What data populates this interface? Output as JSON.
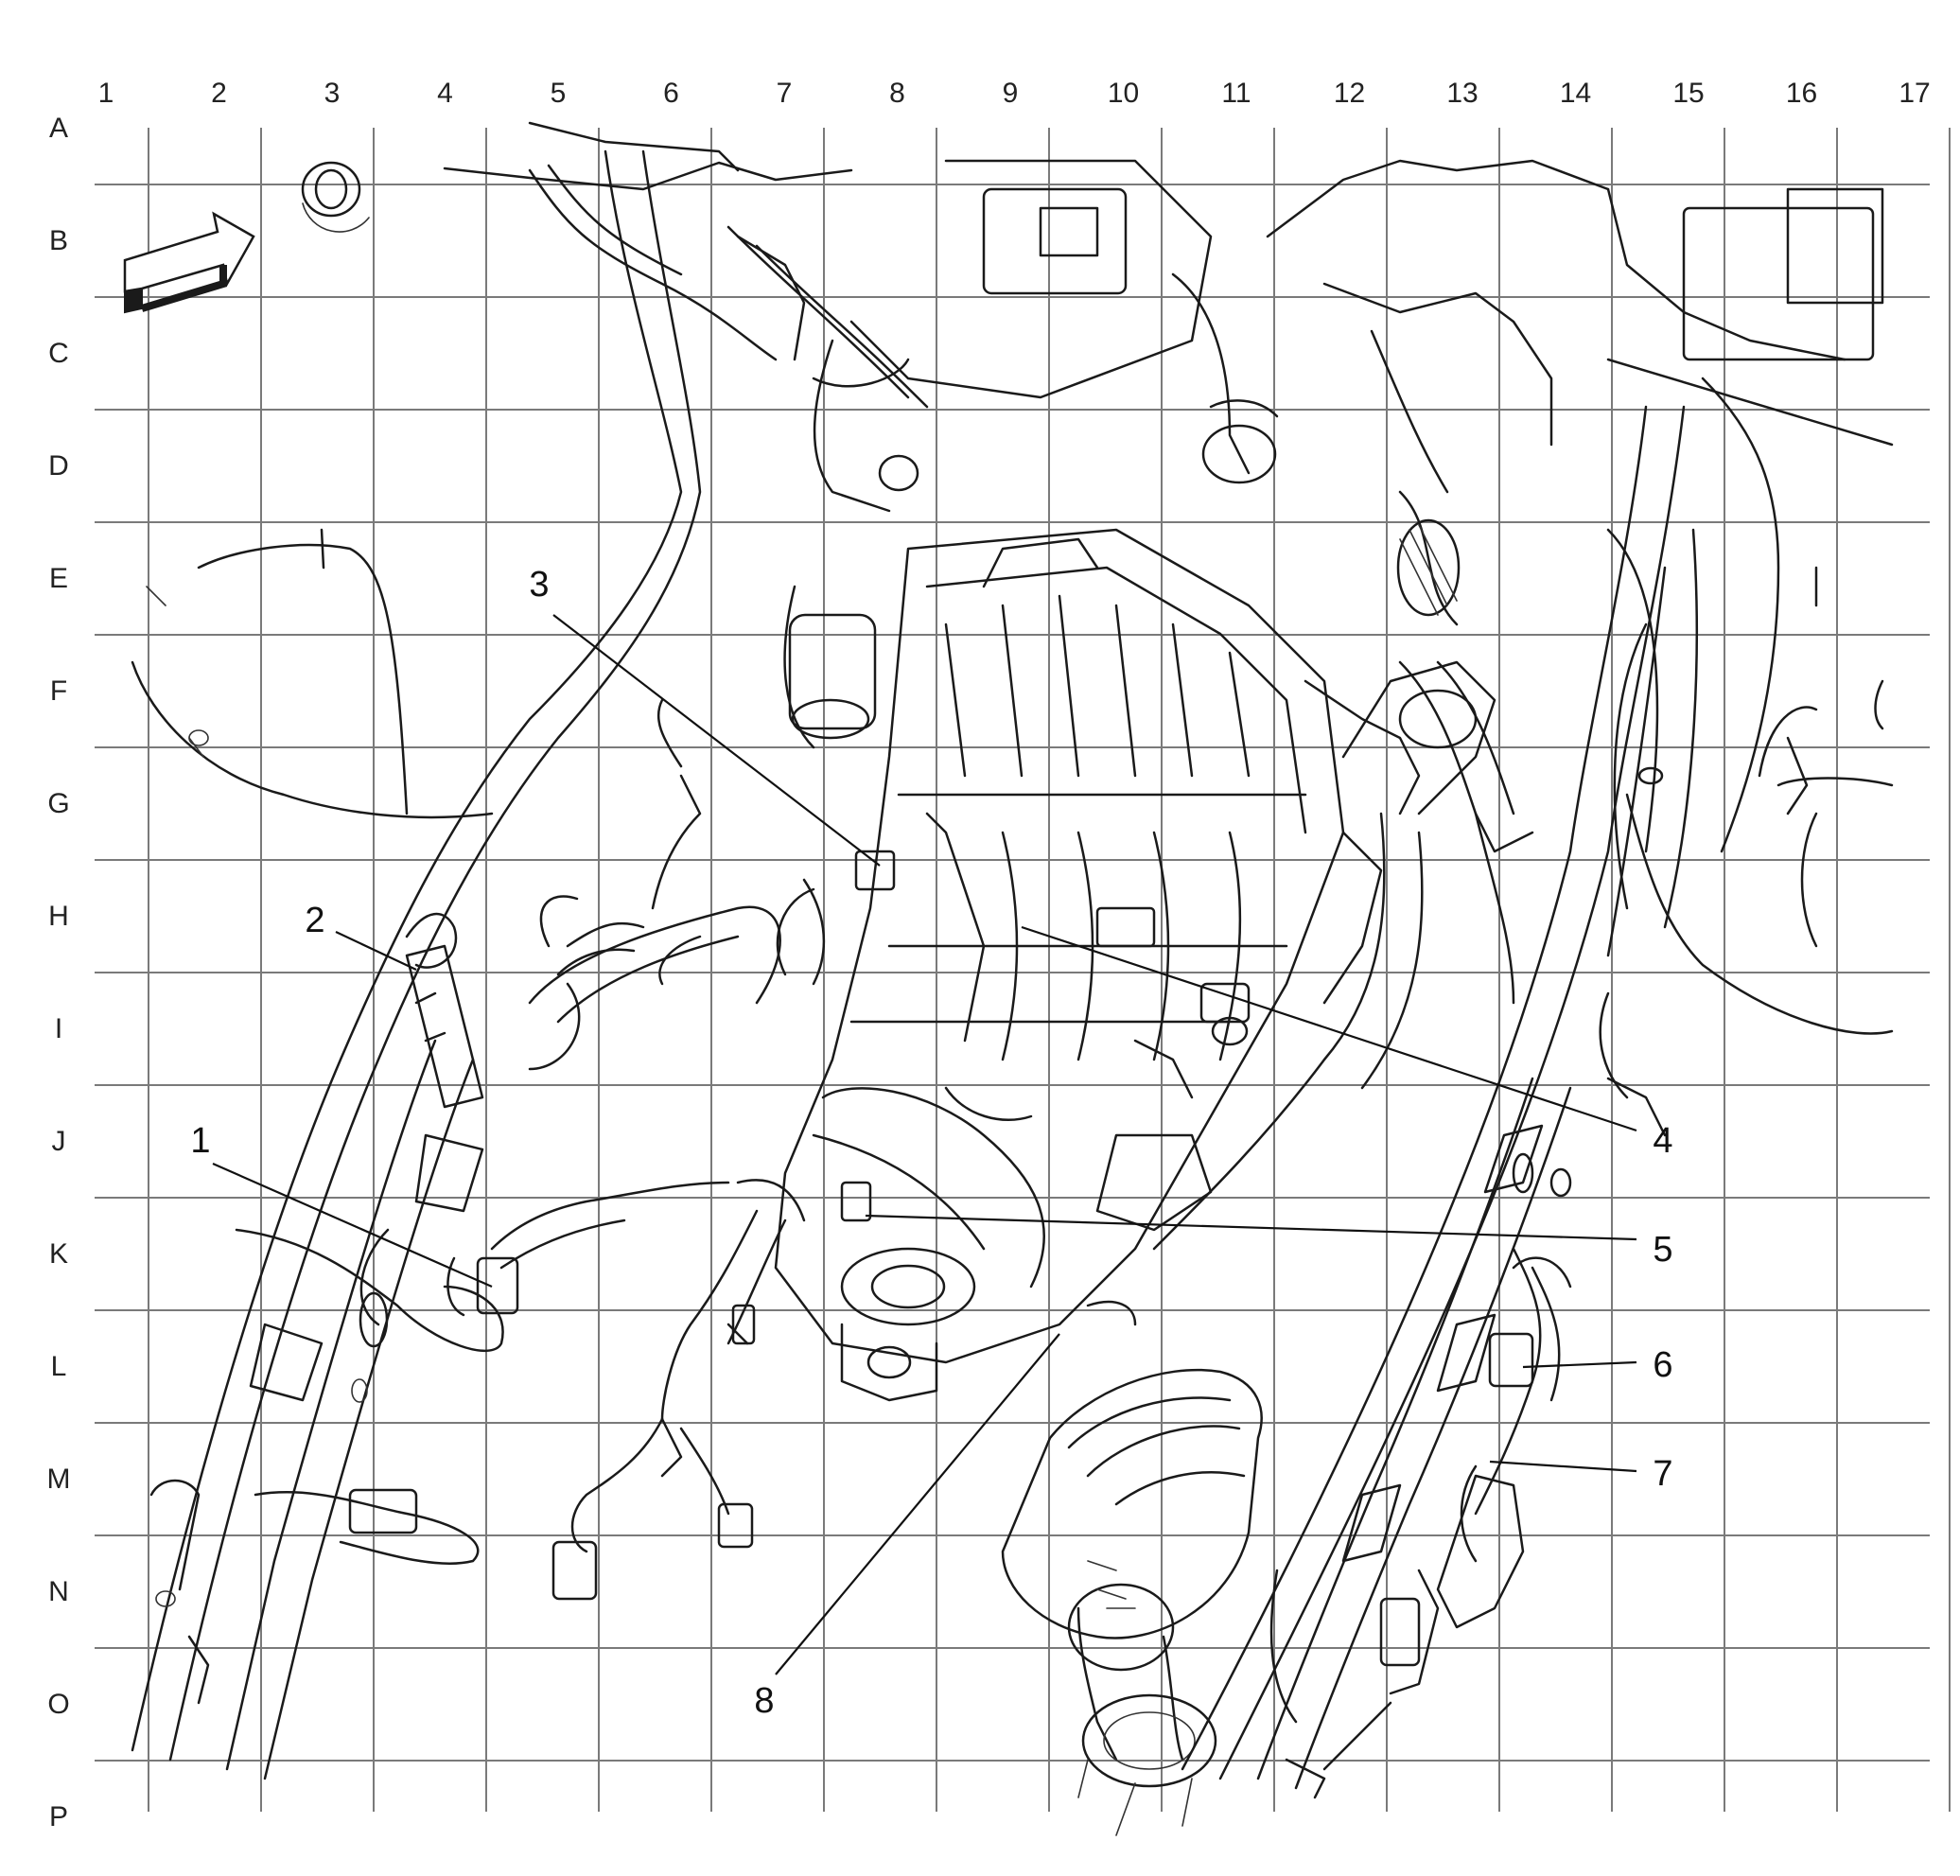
{
  "grid": {
    "columns": [
      "1",
      "2",
      "3",
      "4",
      "5",
      "6",
      "7",
      "8",
      "9",
      "10",
      "11",
      "12",
      "13",
      "14",
      "15",
      "16",
      "17"
    ],
    "rows": [
      "A",
      "B",
      "C",
      "D",
      "E",
      "F",
      "G",
      "H",
      "I",
      "J",
      "K",
      "L",
      "M",
      "N",
      "O",
      "P"
    ]
  },
  "callouts": [
    {
      "id": "1",
      "text": "1"
    },
    {
      "id": "2",
      "text": "2"
    },
    {
      "id": "3",
      "text": "3"
    },
    {
      "id": "4",
      "text": "4"
    },
    {
      "id": "5",
      "text": "5"
    },
    {
      "id": "6",
      "text": "6"
    },
    {
      "id": "7",
      "text": "7"
    },
    {
      "id": "8",
      "text": "8"
    }
  ],
  "icons": {
    "direction": "forward-direction-arrow-icon"
  }
}
